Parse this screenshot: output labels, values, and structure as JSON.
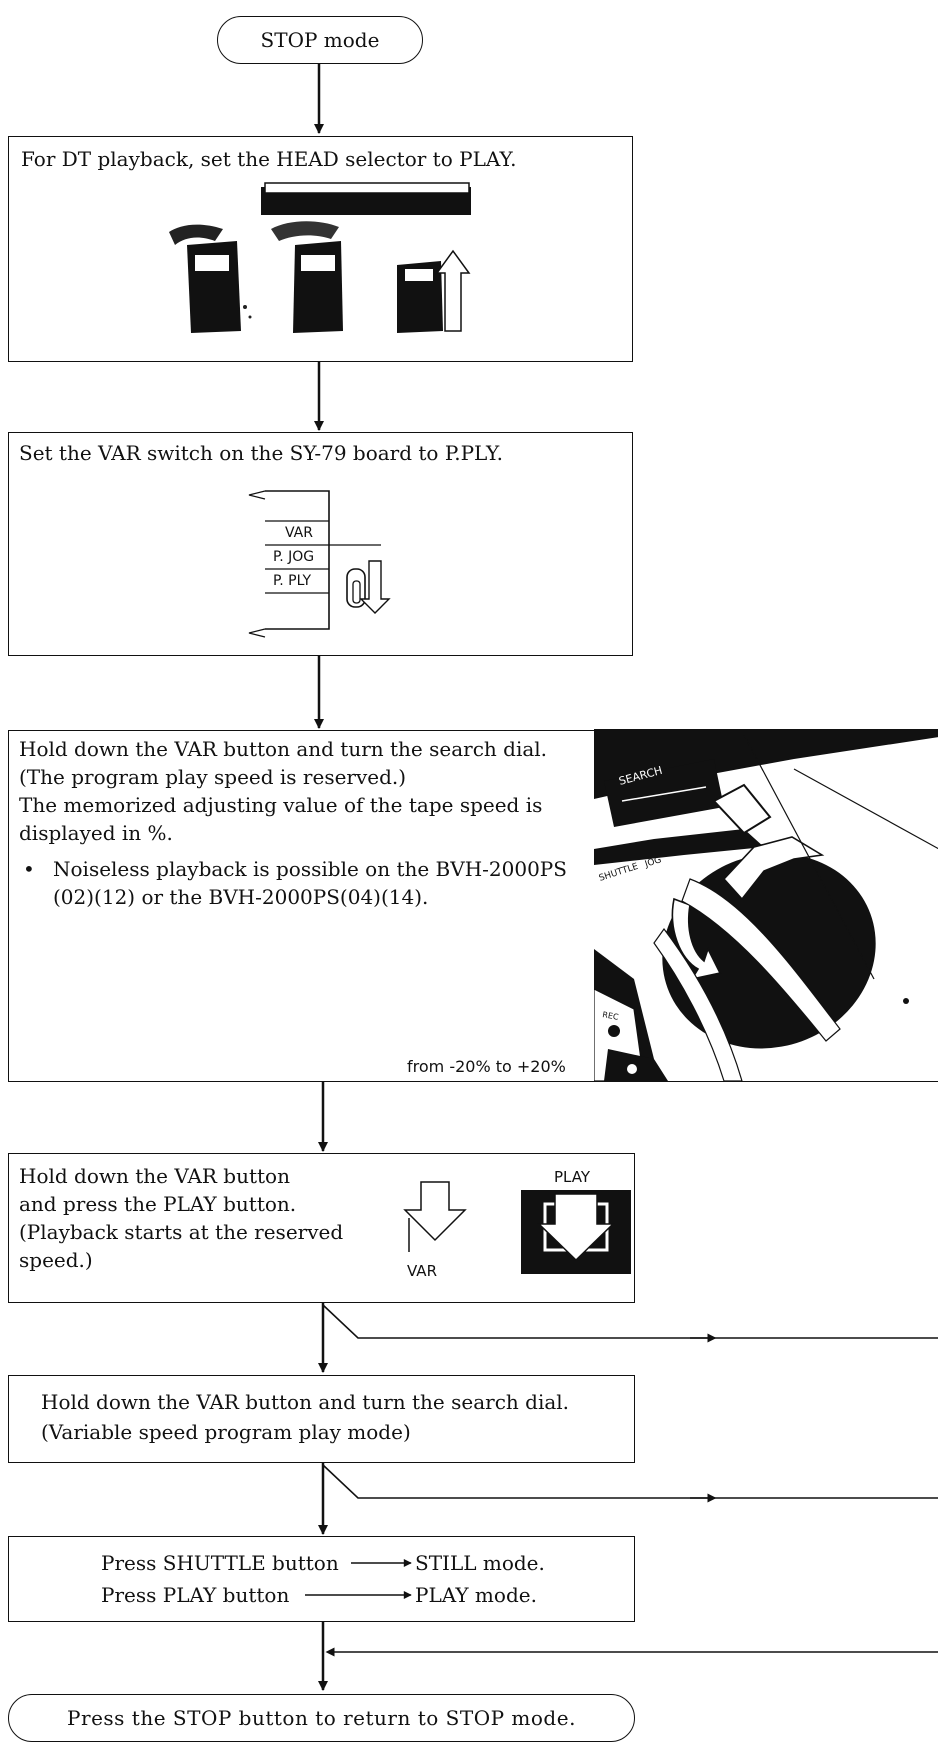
{
  "start": {
    "label": "STOP mode"
  },
  "step1": {
    "text": "For DT playback, set the HEAD selector to PLAY."
  },
  "step2": {
    "text": "Set the VAR switch on the SY-79 board to P.PLY.",
    "switch_labels": [
      "VAR",
      "P. JOG",
      "P. PLY"
    ]
  },
  "step3": {
    "lines": [
      "Hold down the VAR button and turn the search dial.",
      "(The program play speed is reserved.)",
      "The memorized adjusting value of the tape speed is",
      "displayed in %."
    ],
    "bullet_lines": [
      "Noiseless playback is possible on the BVH-2000PS",
      "(02)(12) or the BVH-2000PS(04)(14)."
    ],
    "range": "from -20% to +20%",
    "photo_labels": {
      "search": "SEARCH",
      "shuttle": "SHUTTLE",
      "jog": "JOG",
      "rec": "REC"
    }
  },
  "step4": {
    "lines": [
      "Hold down the VAR button",
      "and press the PLAY button.",
      "(Playback starts at the reserved",
      "speed.)"
    ],
    "var_label": "VAR",
    "play_label": "PLAY"
  },
  "step5": {
    "lines": [
      "Hold down the VAR button and turn the search dial.",
      "(Variable speed program play mode)"
    ]
  },
  "step6": {
    "rows": [
      {
        "action": "Press SHUTTLE button",
        "result": "STILL mode."
      },
      {
        "action": "Press PLAY button",
        "result": "PLAY mode."
      }
    ]
  },
  "end": {
    "label": "Press the STOP button to return to STOP mode."
  }
}
